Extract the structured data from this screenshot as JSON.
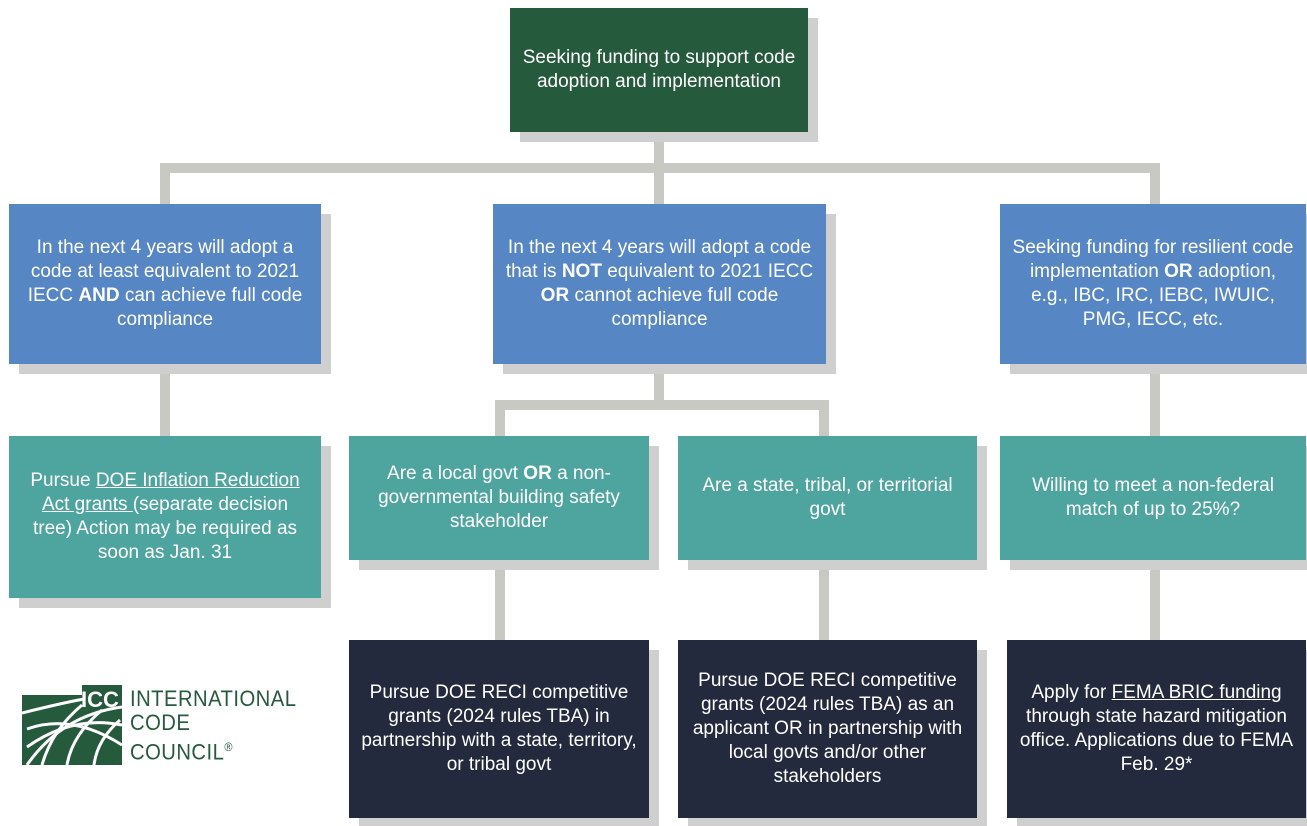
{
  "root": {
    "text": "Seeking funding to support code adoption and implementation"
  },
  "level1": [
    {
      "parts": [
        {
          "t": "In the next 4 years will adopt a code at least equivalent to 2021 IECC "
        },
        {
          "t": "AND",
          "b": true
        },
        {
          "t": " can achieve full code compliance"
        }
      ]
    },
    {
      "parts": [
        {
          "t": "In the next 4 years will adopt a code that is "
        },
        {
          "t": "NOT",
          "b": true
        },
        {
          "t": " equivalent to 2021 IECC "
        },
        {
          "t": "OR",
          "b": true
        },
        {
          "t": " cannot achieve full code compliance"
        }
      ]
    },
    {
      "parts": [
        {
          "t": "Seeking funding for resilient code implementation "
        },
        {
          "t": "OR",
          "b": true
        },
        {
          "t": " adoption, e.g., IBC, IRC, IEBC, IWUIC, PMG, IECC, etc."
        }
      ]
    }
  ],
  "level2": [
    {
      "parts": [
        {
          "t": "Pursue "
        },
        {
          "t": "DOE Inflation Reduction Act grants ",
          "u": true
        },
        {
          "t": "(separate decision tree) Action may be required as soon as Jan. 31"
        }
      ]
    },
    {
      "parts": [
        {
          "t": "Are a local govt "
        },
        {
          "t": "OR",
          "b": true
        },
        {
          "t": " a non-governmental building safety stakeholder"
        }
      ]
    },
    {
      "parts": [
        {
          "t": "Are a state, tribal, or territorial govt"
        }
      ]
    },
    {
      "parts": [
        {
          "t": "Willing to meet a non-federal match of up to 25%?"
        }
      ]
    }
  ],
  "level3": [
    {
      "parts": [
        {
          "t": "Pursue DOE RECI competitive grants (2024 rules TBA) in partnership with a state, territory, or tribal govt"
        }
      ]
    },
    {
      "parts": [
        {
          "t": "Pursue DOE RECI competitive grants (2024 rules TBA) as an applicant OR in partnership with local govts and/or other stakeholders"
        }
      ]
    },
    {
      "parts": [
        {
          "t": "Apply for "
        },
        {
          "t": "FEMA BRIC funding",
          "u": true
        },
        {
          "t": " through state hazard mitigation office. Applications due to FEMA Feb. 29*"
        }
      ]
    }
  ],
  "logo": {
    "mark": "ICC",
    "line1": "INTERNATIONAL",
    "line2": "CODE",
    "line3": "COUNCIL",
    "reg": "®"
  },
  "colors": {
    "root": "#265a3c",
    "blue": "#5686c4",
    "teal": "#4ea59f",
    "navy": "#232a3e",
    "connector": "#c9c9c3"
  }
}
